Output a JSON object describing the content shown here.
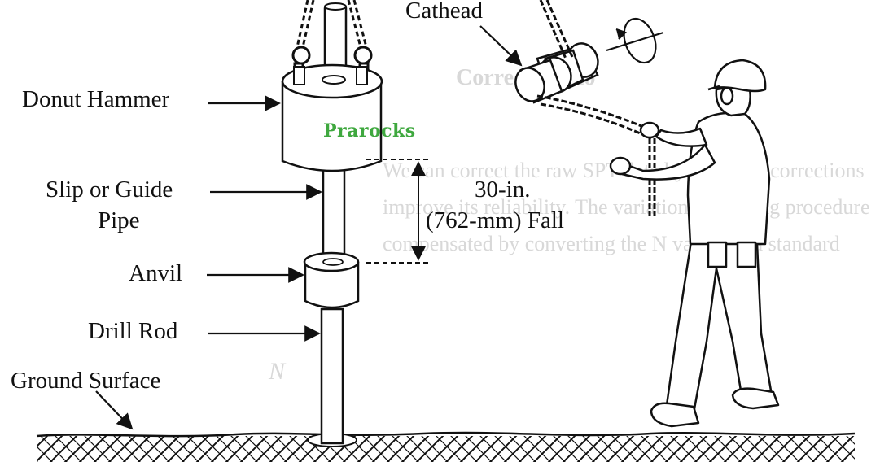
{
  "labels": {
    "cathead": "Cathead",
    "donut_hammer": "Donut Hammer",
    "slip_guide_line1": "Slip or Guide",
    "slip_guide_line2": "Pipe",
    "fall_line1": "30-in.",
    "fall_line2": "(762-mm) Fall",
    "anvil": "Anvil",
    "drill_rod": "Drill Rod",
    "ground_surface": "Ground Surface"
  },
  "watermark": "Prarocks",
  "background_text": {
    "heading": "Corrections to",
    "line1": "We can correct the raw SPT data by applying corrections",
    "line2": "improve its reliability. The variations in testing procedure",
    "line3": "compensated by converting the N values to a standard",
    "symbol": "N"
  },
  "colors": {
    "ink": "#111111",
    "watermark": "#3fa83f",
    "ghost": "#d8d8d8"
  },
  "icons": [
    "rotation-arrow-icon",
    "chain-icon",
    "rope-icon"
  ]
}
